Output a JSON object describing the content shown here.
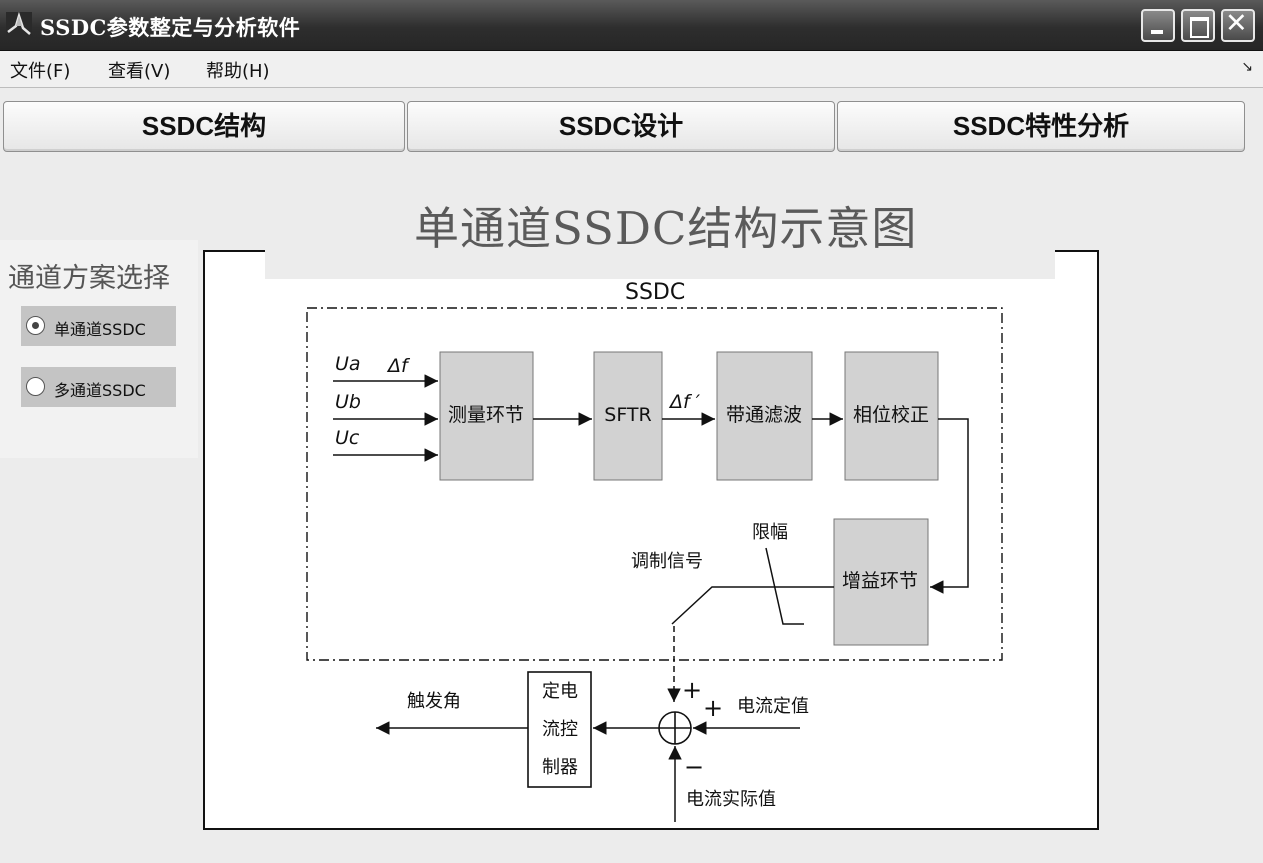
{
  "window": {
    "title": "SSDC参数整定与分析软件",
    "buttons": {
      "minimize": "_",
      "maximize": "□",
      "close": "✕"
    }
  },
  "menu": {
    "items": [
      "文件(F)",
      "查看(V)",
      "帮助(H)"
    ],
    "overflow_arrow": "↘"
  },
  "tabs": [
    "SSDC结构",
    "SSDC设计",
    "SSDC特性分析"
  ],
  "diagram_title": "单通道SSDC结构示意图",
  "channel_panel": {
    "title": "通道方案选择",
    "options": [
      {
        "label": "单通道SSDC",
        "selected": true
      },
      {
        "label": "多通道SSDC",
        "selected": false
      }
    ]
  },
  "diagram": {
    "container_label": "SSDC",
    "inputs": {
      "ua": "Ua",
      "ub": "Ub",
      "uc": "Uc",
      "delta_f": "Δf"
    },
    "blocks": {
      "measure": "测量环节",
      "sftr": "SFTR",
      "bandpass": "带通滤波",
      "phase": "相位校正",
      "gain": "增益环节",
      "controller_lines": [
        "定电",
        "流控",
        "制器"
      ]
    },
    "labels": {
      "delta_f_prime": "Δf ′",
      "limit": "限幅",
      "modulation": "调制信号",
      "plus_top": "+",
      "plus_right": "+",
      "minus_bottom": "−",
      "current_setpoint": "电流定值",
      "current_actual": "电流实际值",
      "firing_angle": "触发角"
    }
  }
}
